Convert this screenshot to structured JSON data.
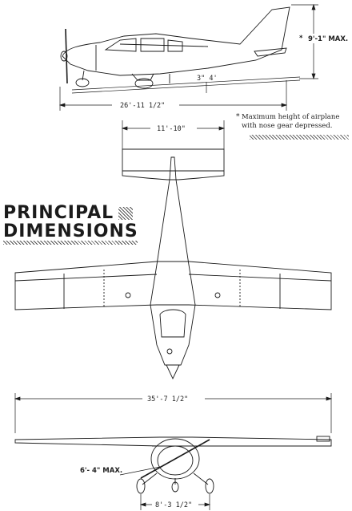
{
  "title": {
    "line1": "PRINCIPAL",
    "line2": "DIMENSIONS"
  },
  "dimensions": {
    "overall_length": "26'-11 1/2\"",
    "height": "9'-1\" MAX.",
    "height_marker": "*",
    "ground_clearance": "3\" 4'",
    "stabilizer_span": "11'-10\"",
    "wing_span": "35'-7 1/2\"",
    "propeller_diameter": "6'- 4\" MAX.",
    "main_gear_tread": "8'-3 1/2\""
  },
  "footnote": {
    "marker": "*",
    "text": "Maximum height of airplane with nose gear depressed."
  },
  "colors": {
    "ink": "#1b1b1b",
    "paper": "#ffffff"
  }
}
